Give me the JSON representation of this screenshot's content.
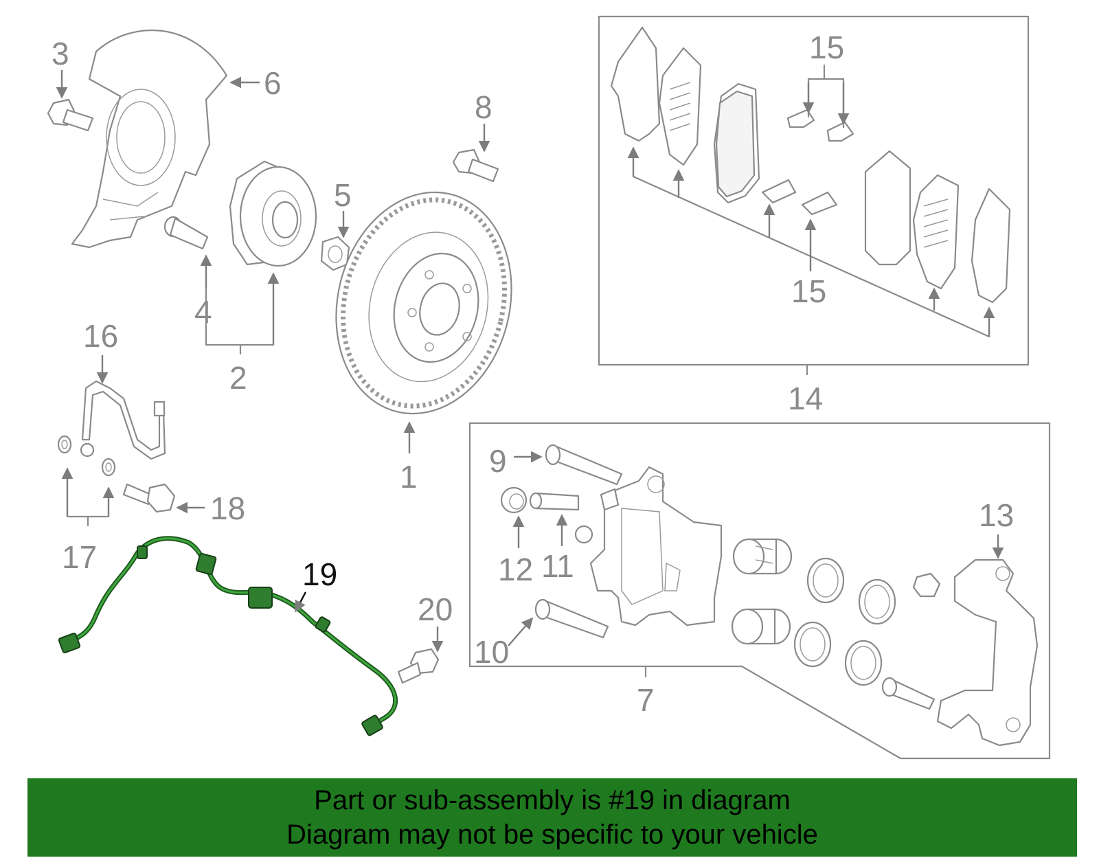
{
  "diagram": {
    "highlight_color": "#1f7a1f",
    "highlighted_part": "19",
    "labels": {
      "p1": "1",
      "p2": "2",
      "p3": "3",
      "p4": "4",
      "p5": "5",
      "p6": "6",
      "p7": "7",
      "p8": "8",
      "p9": "9",
      "p10": "10",
      "p11": "11",
      "p12": "12",
      "p13": "13",
      "p14": "14",
      "p15": "15",
      "p16": "16",
      "p17": "17",
      "p18": "18",
      "p19": "19",
      "p20": "20"
    }
  },
  "banner": {
    "line1": "Part or sub-assembly is #19 in diagram",
    "line2": "Diagram may not be specific to your vehicle"
  }
}
